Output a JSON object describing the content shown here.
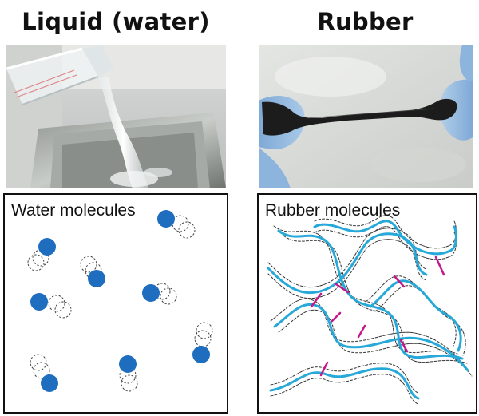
{
  "headings": {
    "left": "Liquid (water)",
    "right": "Rubber"
  },
  "panels": {
    "left_label": "Water molecules",
    "right_label": "Rubber molecules"
  },
  "colors": {
    "molecule_dot": "#1f6dbf",
    "rubber_chain": "#26a8d8",
    "crosslink": "#c2188a",
    "glove": "#9cc2e4",
    "rubber_strip": "#1c1c1c"
  },
  "icons": {
    "left_photo": "water-pouring-photo",
    "right_photo": "rubber-stretch-photo"
  }
}
